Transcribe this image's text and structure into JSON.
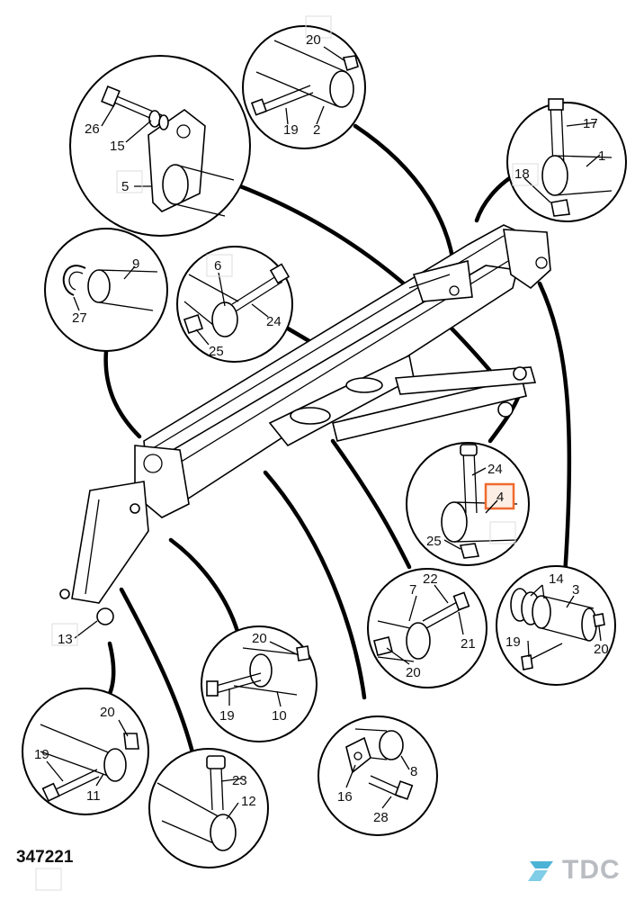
{
  "drawing_number": "347221",
  "logo": {
    "text": "TDC",
    "color": "#b9bcc0",
    "accent": "#4db3d6"
  },
  "highlight": {
    "label": "4",
    "color": "#ef6a2f",
    "fill": "#fdeee5"
  },
  "labels": {
    "l1": "1",
    "l2": "2",
    "l3": "3",
    "l4": "4",
    "l5": "5",
    "l6": "6",
    "l7": "7",
    "l8": "8",
    "l9": "9",
    "l10": "10",
    "l11": "11",
    "l12": "12",
    "l13": "13",
    "l14": "14",
    "l15": "15",
    "l16": "16",
    "l17": "17",
    "l18": "18",
    "l19a": "19",
    "l19b": "19",
    "l19c": "19",
    "l19d": "19",
    "l20a": "20",
    "l20b": "20",
    "l20c": "20",
    "l20d": "20",
    "l20e": "20",
    "l21": "21",
    "l22": "22",
    "l23": "23",
    "l24a": "24",
    "l24b": "24",
    "l25a": "25",
    "l25b": "25",
    "l26": "26",
    "l27": "27",
    "l28": "28"
  }
}
